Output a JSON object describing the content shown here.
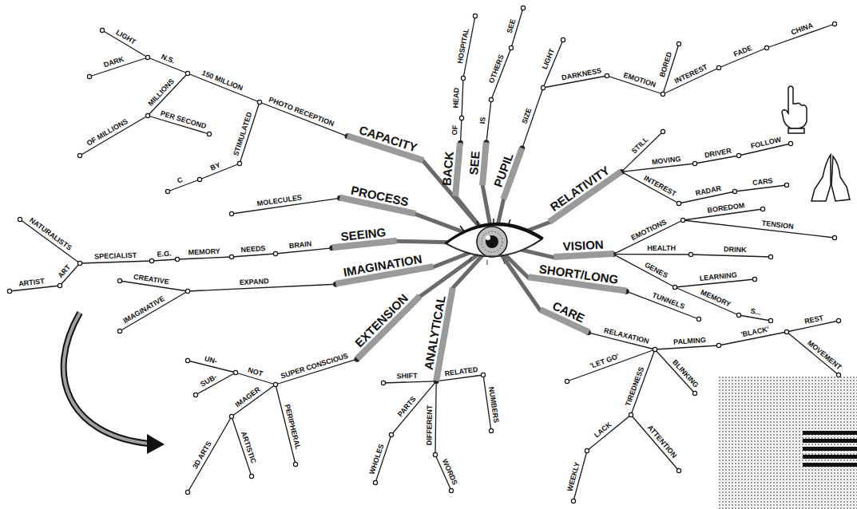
{
  "diagram": {
    "nodes": [
      {
        "text": [
          "CAPACITY"
        ]
      },
      {
        "text": [
          "PROCESS"
        ]
      },
      {
        "text": [
          "SEEING"
        ]
      },
      {
        "text": [
          "IMAGINATION"
        ]
      },
      {
        "text": [
          "EXTENSION"
        ]
      },
      {
        "text": [
          "ANALYTICAL"
        ]
      },
      {
        "text": [
          "BACK"
        ]
      },
      {
        "text": [
          "SEE"
        ]
      },
      {
        "text": [
          "PUPIL"
        ]
      },
      {
        "text": [
          "RELATIVITY"
        ]
      },
      {
        "text": [
          "VISION"
        ]
      },
      {
        "text": [
          "SHORT/LONG"
        ]
      },
      {
        "text": [
          "CARE"
        ]
      }
    ],
    "labels": [
      "PHOTO RECEPTION",
      "150 MILLION",
      "N.S.",
      "LIGHT",
      "DARK",
      "MILLIONS",
      "OF MILLIONS",
      "PER SECOND",
      "STIMULATED",
      "BY",
      "C",
      "MOLECULES",
      "BRAIN",
      "NEEDS",
      "MEMORY",
      "E.G.",
      "SPECIALIST",
      "NATURALISTS",
      "ART",
      "ARTIST",
      "EXPAND",
      "CREATIVE",
      "IMAGINATIVE",
      "SUPER CONSCIOUS",
      "NOT",
      "UN-",
      "SUB-",
      "IMAGER",
      "3D ARTS",
      "ARTISTIC",
      "PERIPHERAL",
      "SHIFT",
      "PARTS",
      "WHOLES",
      "DIFFERENT",
      "WORDS",
      "RELATED",
      "NUMBERS",
      "OF",
      "HEAD",
      "HOSPITAL",
      "IS",
      "OTHERS",
      "SEE",
      "SIZE",
      "LIGHT",
      "DARKNESS",
      "EMOTION",
      "INTEREST",
      "BORED",
      "FADE",
      "CHINA",
      "STILL",
      "MOVING",
      "DRIVER",
      "FOLLOW",
      "INTEREST",
      "RADAR",
      "CARS",
      "EMOTIONS",
      "BOREDOM",
      "TENSION",
      "HEALTH",
      "DRINK",
      "GENES",
      "LEARNING",
      "MEMORY",
      "S...",
      "TUNNELS",
      "RELAXATION",
      "'LET GO'",
      "TIREDNESS",
      "LACK",
      "WEEKLY",
      "ATTENTION",
      "PALMING",
      "'BLACK'",
      "REST",
      "MOVEMENT",
      "BLINKING"
    ]
  }
}
